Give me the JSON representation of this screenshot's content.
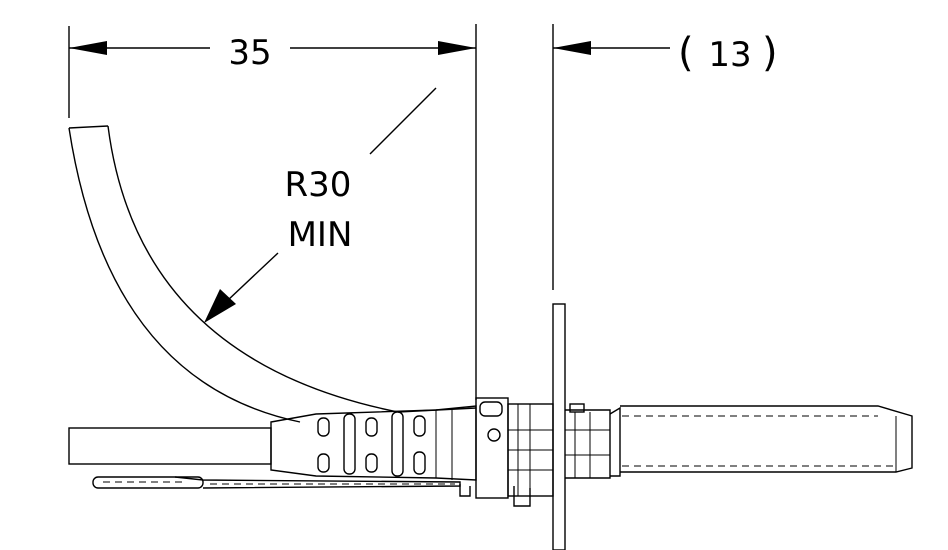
{
  "dimensions": {
    "width_label": "35",
    "clearance_label": "13",
    "radius_label_line1": "R30",
    "radius_label_line2": "MIN"
  },
  "colors": {
    "line": "#000000",
    "background": "#ffffff"
  }
}
